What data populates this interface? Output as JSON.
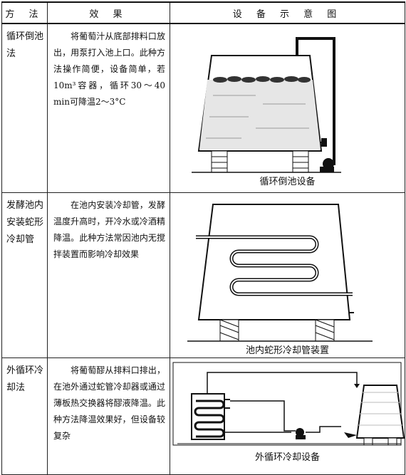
{
  "table": {
    "headers": [
      "方 法",
      "效 果",
      "设 备 示 意 图"
    ],
    "rows": [
      {
        "method": "循环倒池法",
        "effect": "将葡萄汁从底部排料口放出，用泵打入池上口。此种方法操作简便，设备简单，若10m³容器，循环30～40 min可降温2～3°C",
        "caption": "循环倒池设备"
      },
      {
        "method": "发酵池内安装蛇形冷却管",
        "effect": "在池内安装冷却管，发酵温度升高时，开冷水或冷酒精降温。此种方法常因池内无搅拌装置而影响冷却效果",
        "caption": "池内蛇形冷却管装置"
      },
      {
        "method": "外循环冷却法",
        "effect": "将葡萄醪从排料口排出，在池外通过蛇管冷却器或通过薄板热交换器将醪液降温。此种方法降温效果好，但设备较复杂",
        "caption": "外循环冷却设备"
      }
    ]
  }
}
